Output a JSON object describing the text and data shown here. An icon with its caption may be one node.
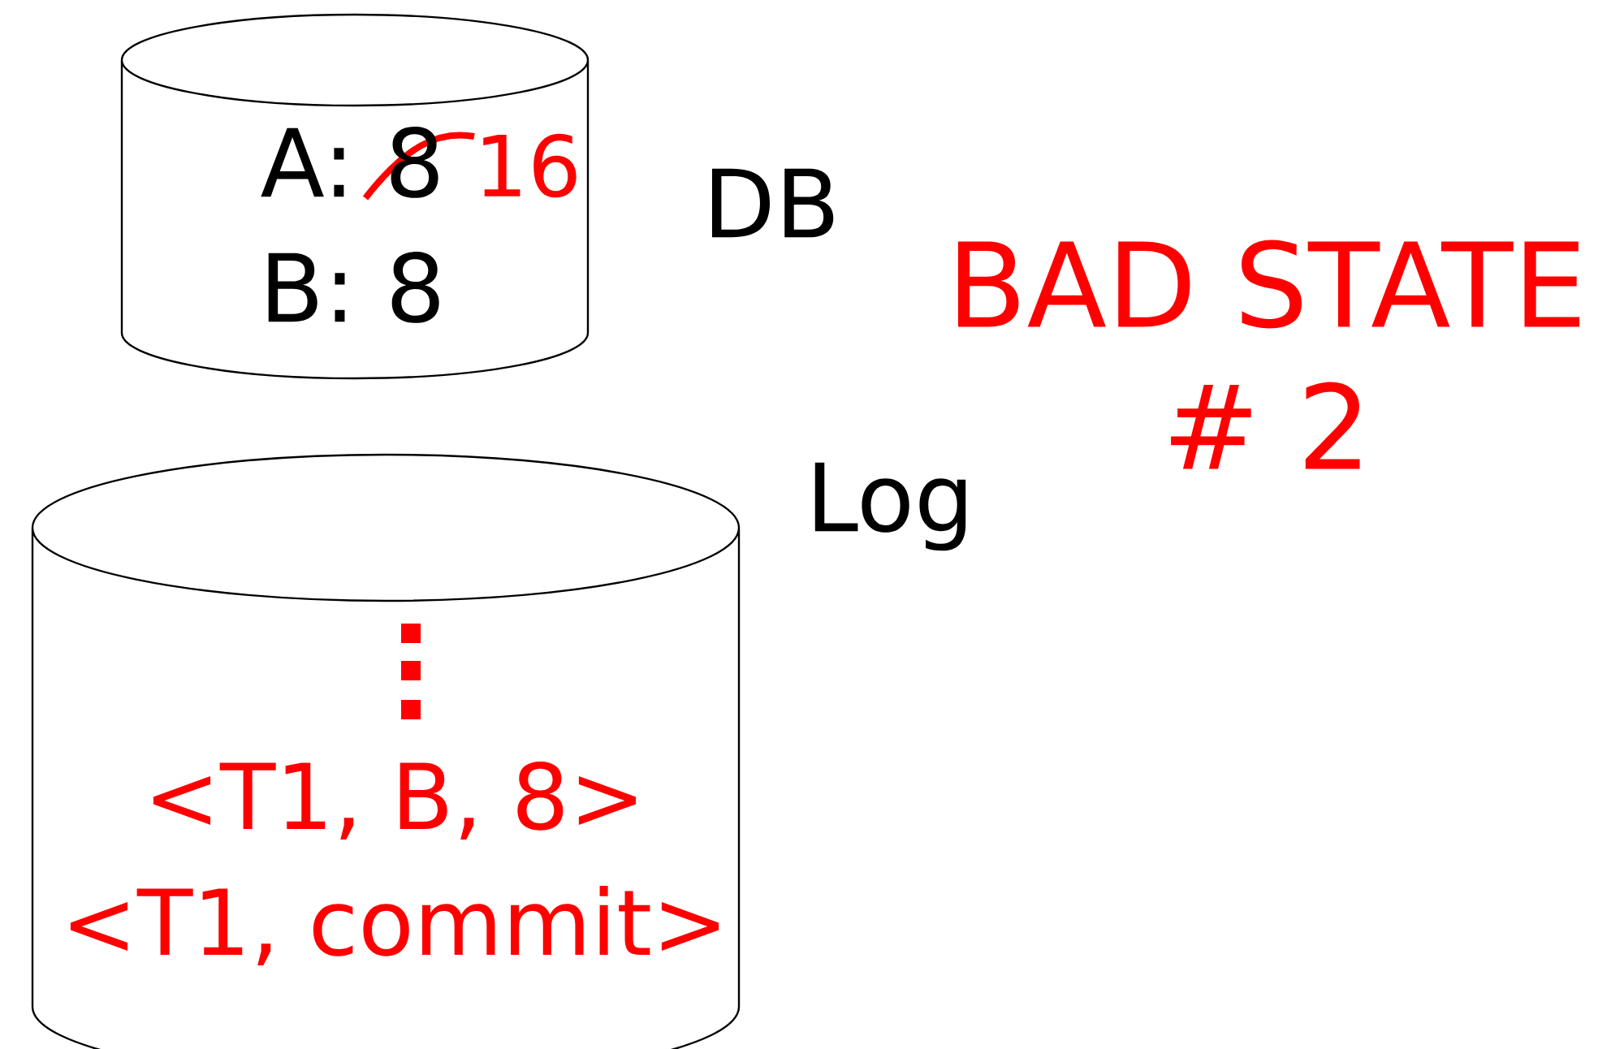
{
  "diagram": {
    "nodes": [
      {
        "text": [
          "A: 8",
          "16",
          "B: 8"
        ],
        "beside": [
          "DB"
        ]
      },
      {
        "text": [
          "<T1, B, 8>",
          "<T1, commit>"
        ],
        "beside": [
          "Log"
        ]
      }
    ],
    "labels": [
      "BAD STATE",
      "# 2"
    ]
  }
}
